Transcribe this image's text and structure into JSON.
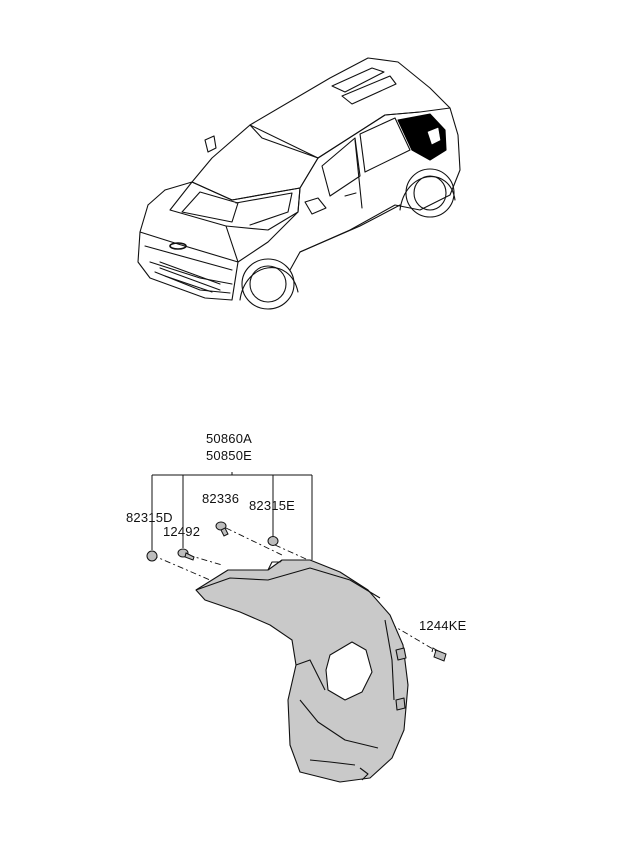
{
  "labels": {
    "part_a": "50860A",
    "part_b": "50850E",
    "part_82315D": "82315D",
    "part_12492": "12492",
    "part_82336": "82336",
    "part_82315E": "82315E",
    "part_1244KE": "1244KE"
  },
  "colors": {
    "line": "#111111",
    "panel_fill": "#c8c8c8",
    "highlight": "#000000"
  }
}
